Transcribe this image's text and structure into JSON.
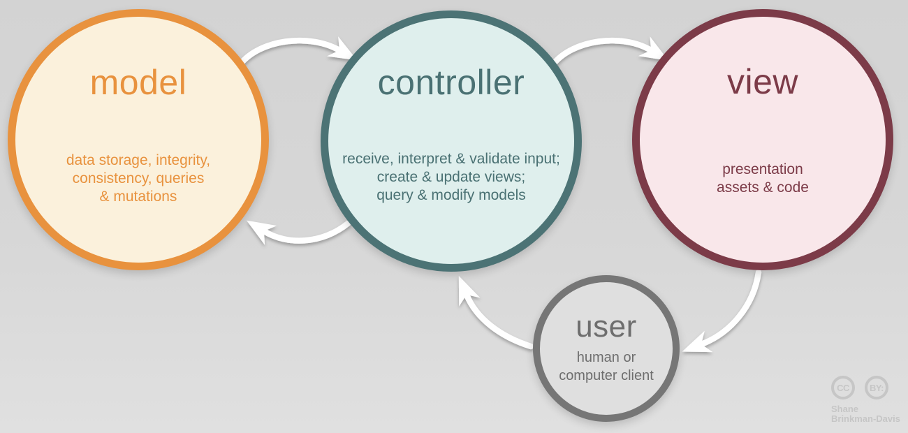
{
  "canvas": {
    "background_top": "#d3d3d3",
    "background_bottom": "#e0e0e0",
    "arrow_color": "#ffffff"
  },
  "nodes": {
    "model": {
      "title": "model",
      "description": "data storage, integrity,\nconsistency, queries\n& mutations",
      "border_color": "#e8923e",
      "fill": "#fbf1dc",
      "text_color": "#e8923e"
    },
    "controller": {
      "title": "controller",
      "description": "receive, interpret & validate input;\ncreate & update views;\nquery & modify models",
      "border_color": "#4c7375",
      "fill": "#dfefed",
      "text_color": "#4a7173"
    },
    "view": {
      "title": "view",
      "description": "presentation\nassets & code",
      "border_color": "#7c3b48",
      "fill": "#f9e7ea",
      "text_color": "#7c3b48"
    },
    "user": {
      "title": "user",
      "description": "human or\ncomputer client",
      "border_color": "#767676",
      "fill": "#dfdfdf",
      "text_color": "#6e6e6e"
    }
  },
  "edges": [
    {
      "from": "model",
      "to": "controller"
    },
    {
      "from": "controller",
      "to": "view"
    },
    {
      "from": "controller",
      "to": "model"
    },
    {
      "from": "view",
      "to": "user"
    },
    {
      "from": "user",
      "to": "controller"
    }
  ],
  "attribution": {
    "cc_icon_label": "CC",
    "by_icon_label": "BY:",
    "author_line1": "Shane",
    "author_line2": "Brinkman-Davis",
    "color": "#c6c6c6"
  }
}
